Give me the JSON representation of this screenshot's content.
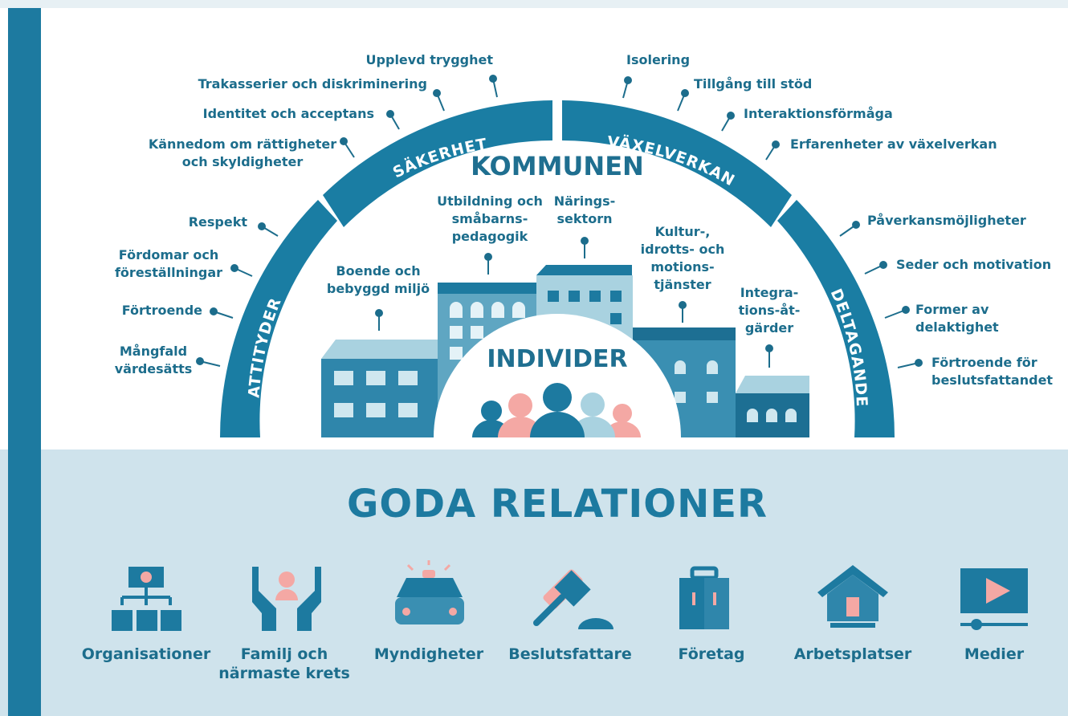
{
  "center": {
    "kommunen": "KOMMUNEN",
    "individer": "INDIVIDER"
  },
  "arc_segments": {
    "attityder": "ATTITYDER",
    "sakerhet": "SÄKERHET",
    "vaxelverkan": "VÄXELVERKAN",
    "deltagande": "DELTAGANDE"
  },
  "factors_left": {
    "upplevd_trygghet": "Upplevd trygghet",
    "trakasserier": "Trakasserier och diskriminering",
    "identitet": "Identitet och acceptans",
    "kannedom": "Kännedom om rättigheter\noch skyldigheter",
    "respekt": "Respekt",
    "fordomar": "Fördomar och\nföreställningar",
    "fortroende": "Förtroende",
    "mangfald": "Mångfald\nvärdesätts"
  },
  "factors_right": {
    "isolering": "Isolering",
    "tillgang": "Tillgång till stöd",
    "interaktion": "Interaktionsförmåga",
    "erfarenheter": "Erfarenheter av växelverkan",
    "paverkan": "Påverkansmöjligheter",
    "seder": "Seder och motivation",
    "former": "Former av delaktighet",
    "fortroende_beslut": "Förtroende för\nbeslutsfattandet"
  },
  "services": {
    "boende": "Boende och\nbebyggd miljö",
    "utbildning": "Utbildning och\nsmåbarns-\npedagogik",
    "naring": "Närings-\nsektorn",
    "kultur": "Kultur-,\nidrotts- och\nmotions-\ntjänster",
    "integration": "Integra-\ntions-åt-\ngärder"
  },
  "bottom": {
    "title": "GODA RELATIONER",
    "categories": [
      {
        "label": "Organisationer",
        "icon": "org-chart-icon"
      },
      {
        "label": "Familj och\nnärmaste krets",
        "icon": "hands-person-icon"
      },
      {
        "label": "Myndigheter",
        "icon": "police-car-icon"
      },
      {
        "label": "Beslutsfattare",
        "icon": "gavel-icon"
      },
      {
        "label": "Företag",
        "icon": "briefcase-icon"
      },
      {
        "label": "Arbetsplatser",
        "icon": "house-icon"
      },
      {
        "label": "Medier",
        "icon": "video-player-icon"
      }
    ]
  },
  "colors": {
    "primary": "#1d7aa0",
    "light_band": "#cfe3ec",
    "accent_pink": "#f4a8a4",
    "pale_blue": "#a9d2e0",
    "text": "#1c6d8c"
  }
}
